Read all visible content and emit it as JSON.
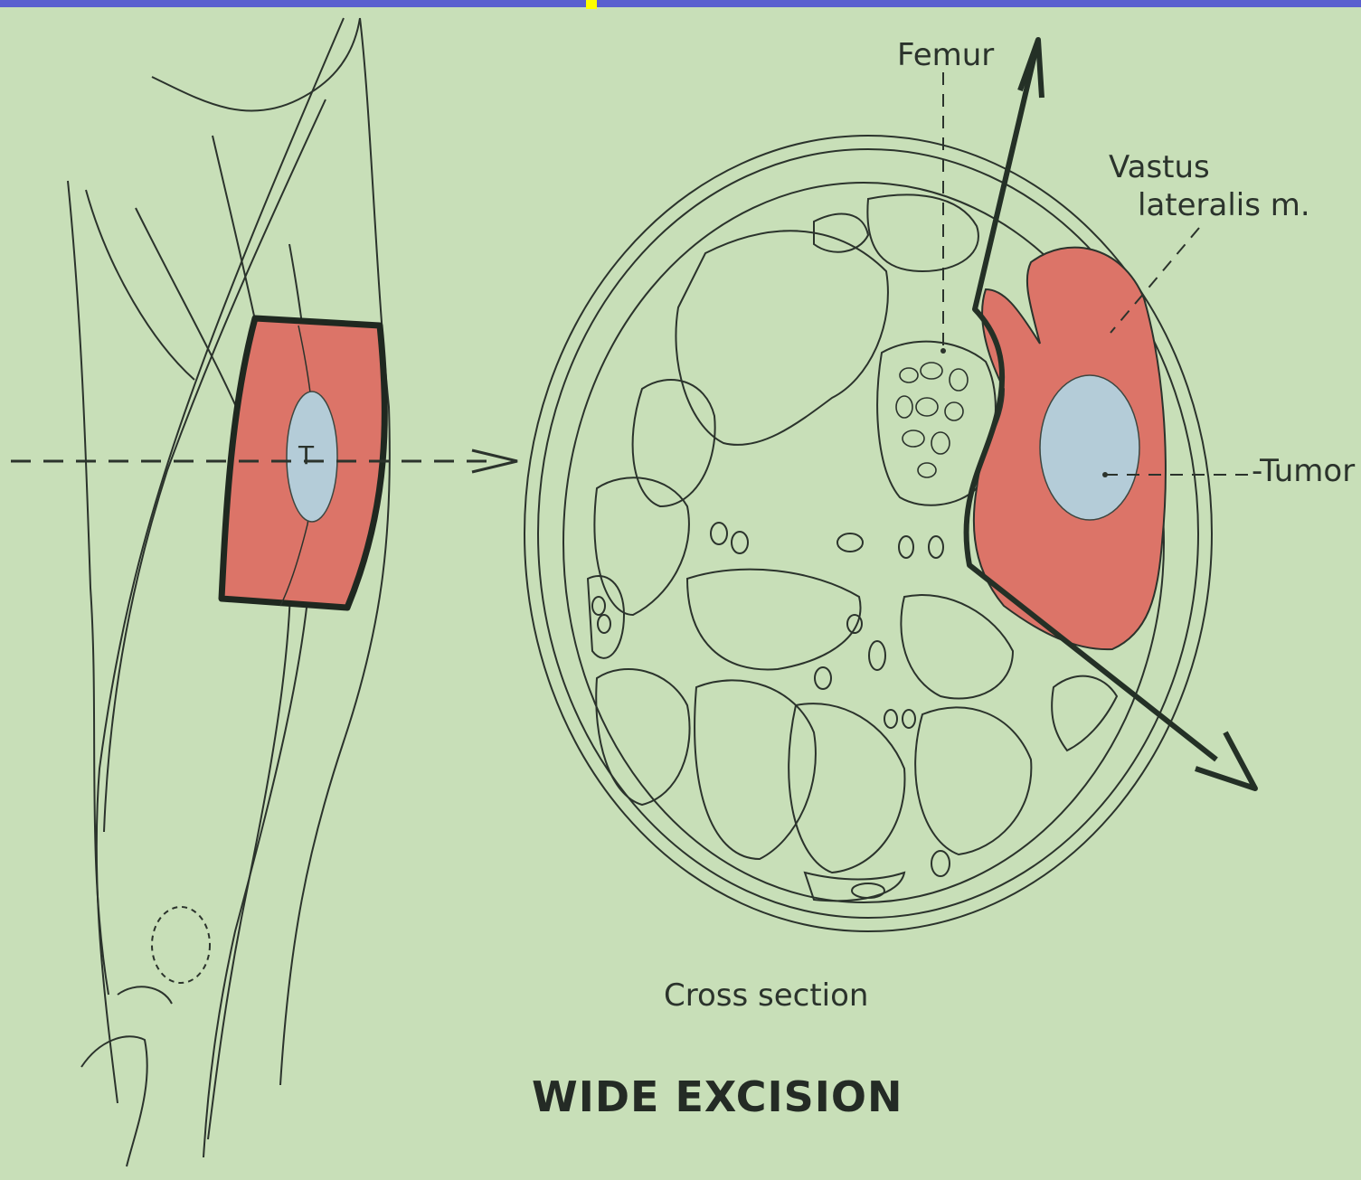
{
  "labels": {
    "femur": "Femur",
    "vastus_line1": "Vastus",
    "vastus_line2": "lateralis m.",
    "tumor": "-Tumor",
    "cross_section": "Cross section",
    "title": "WIDE EXCISION",
    "tumor_marker": "T"
  },
  "colors": {
    "background": "#c8dfb8",
    "top_bar": "#5a5fcf",
    "top_bar_mark": "#ffff00",
    "excision_red": "#dc7468",
    "tumor_blue": "#b4ccd8",
    "ink": "#2b332c"
  }
}
